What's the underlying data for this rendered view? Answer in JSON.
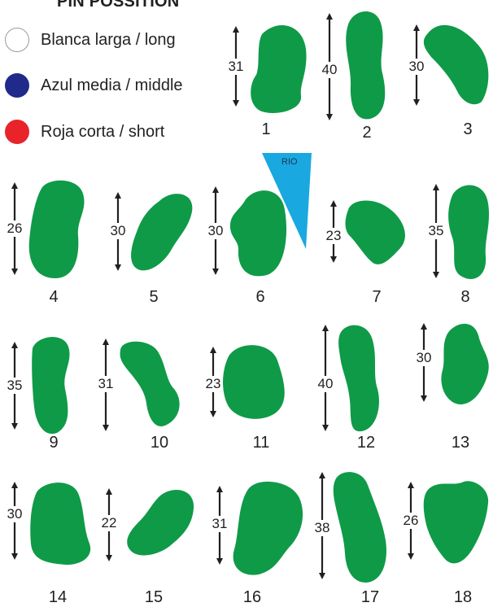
{
  "title": "PIN POSSITION",
  "legend": [
    {
      "label": "Blanca larga / long",
      "color": "#ffffff"
    },
    {
      "label": "Azul media / middle",
      "color": "#1f2a8a"
    },
    {
      "label": "Roja corta / short",
      "color": "#e8232a"
    }
  ],
  "green_color": "#0f9a48",
  "water_color": "#19a8e0",
  "water_label": "RIO",
  "greens": [
    {
      "hole": "1",
      "depth": "31"
    },
    {
      "hole": "2",
      "depth": "40"
    },
    {
      "hole": "3",
      "depth": "30"
    },
    {
      "hole": "4",
      "depth": "26"
    },
    {
      "hole": "5",
      "depth": "30"
    },
    {
      "hole": "6",
      "depth": "30"
    },
    {
      "hole": "7",
      "depth": "23"
    },
    {
      "hole": "8",
      "depth": "35"
    },
    {
      "hole": "9",
      "depth": "35"
    },
    {
      "hole": "10",
      "depth": "31"
    },
    {
      "hole": "11",
      "depth": "23"
    },
    {
      "hole": "12",
      "depth": "40"
    },
    {
      "hole": "13",
      "depth": "30"
    },
    {
      "hole": "14",
      "depth": "30"
    },
    {
      "hole": "15",
      "depth": "22"
    },
    {
      "hole": "16",
      "depth": "31"
    },
    {
      "hole": "17",
      "depth": "38"
    },
    {
      "hole": "18",
      "depth": "26"
    }
  ]
}
